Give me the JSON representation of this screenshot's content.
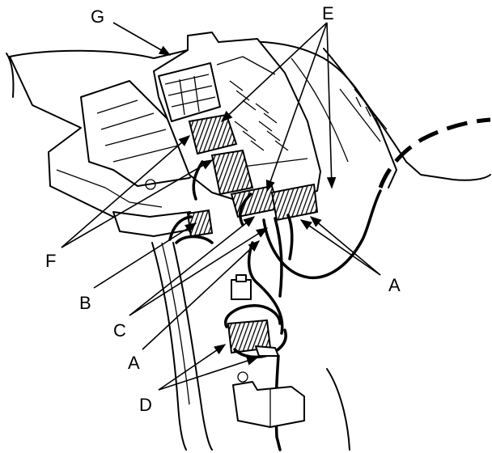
{
  "callouts": {
    "g": "G",
    "e": "E",
    "f": "F",
    "b": "B",
    "c": "C",
    "a_right": "A",
    "a_lower": "A",
    "d": "D"
  }
}
